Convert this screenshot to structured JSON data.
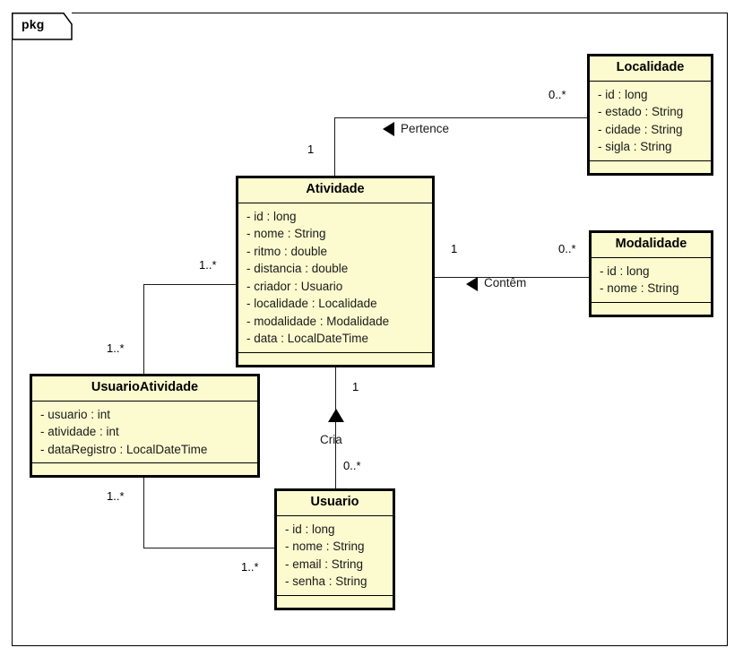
{
  "diagram": {
    "package_label": "pkg",
    "type": "uml-class-diagram"
  },
  "classes": {
    "localidade": {
      "name": "Localidade",
      "attributes": [
        "- id : long",
        "- estado : String",
        "- cidade : String",
        "- sigla : String"
      ],
      "operations": []
    },
    "atividade": {
      "name": "Atividade",
      "attributes": [
        "- id : long",
        "- nome : String",
        "- ritmo : double",
        "- distancia : double",
        "- criador : Usuario",
        "- localidade : Localidade",
        "- modalidade : Modalidade",
        "- data : LocalDateTime"
      ],
      "operations": []
    },
    "modalidade": {
      "name": "Modalidade",
      "attributes": [
        "- id : long",
        "- nome : String"
      ],
      "operations": []
    },
    "usuarioatividade": {
      "name": "UsuarioAtividade",
      "attributes": [
        "- usuario : int",
        "- atividade : int",
        "- dataRegistro : LocalDateTime"
      ],
      "operations": []
    },
    "usuario": {
      "name": "Usuario",
      "attributes": [
        "- id : long",
        "- nome : String",
        "- email : String",
        "- senha : String"
      ],
      "operations": []
    }
  },
  "associations": {
    "pertence": {
      "label": "Pertence",
      "source_mult": "1",
      "target_mult": "0..*"
    },
    "contem": {
      "label": "Contêm",
      "source_mult": "1",
      "target_mult": "0..*"
    },
    "cria": {
      "label": "Cria",
      "source_mult": "1",
      "target_mult": "0..*"
    },
    "atividade_usuarioatividade": {
      "label": "",
      "source_mult": "1..*",
      "target_mult": "1..*"
    },
    "usuarioatividade_usuario": {
      "label": "",
      "source_mult": "1..*",
      "target_mult": "1..*"
    }
  },
  "colors": {
    "class_fill": "#fcfbcf",
    "class_border": "#000000",
    "line": "#1a1a1a",
    "background": "#ffffff"
  }
}
